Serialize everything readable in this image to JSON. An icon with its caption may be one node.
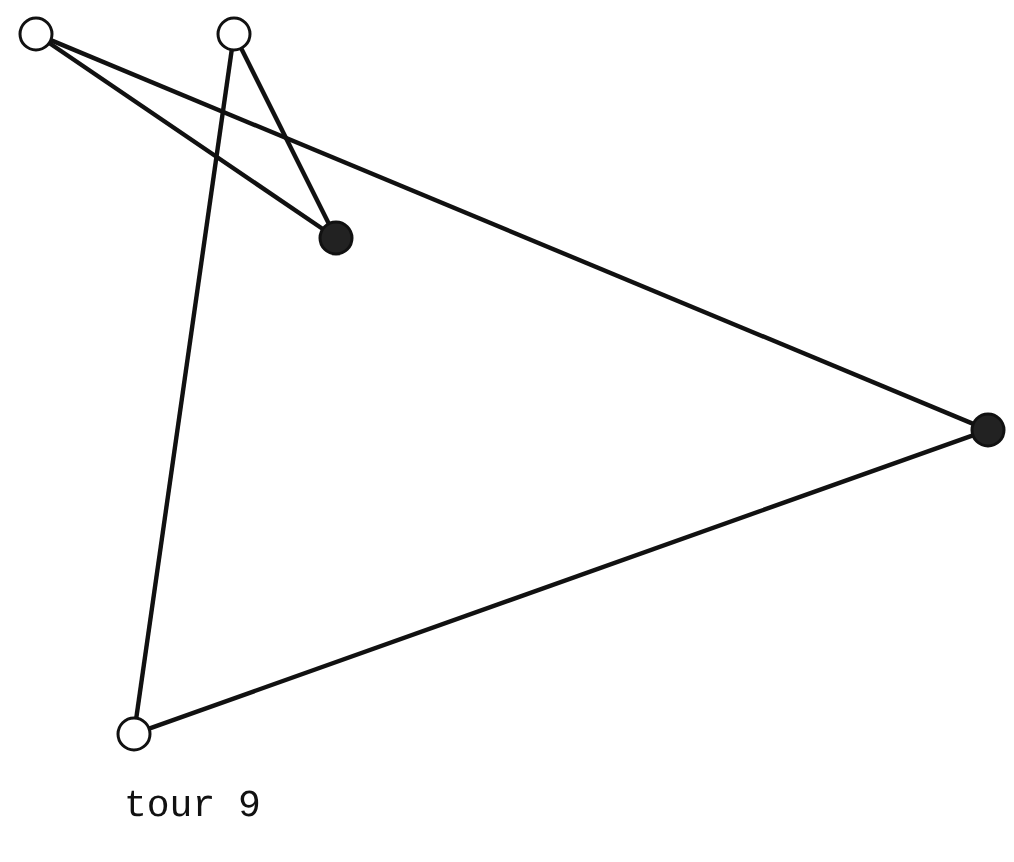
{
  "diagram": {
    "nodes": [
      {
        "text": [],
        "shape": "circle"
      },
      {
        "text": [],
        "shape": "circle"
      },
      {
        "text": [],
        "shape": "dot"
      },
      {
        "text": [],
        "shape": "dot"
      },
      {
        "text": [],
        "shape": "circle"
      }
    ],
    "edges": [
      {
        "from": 0,
        "to": 2,
        "arrow": "none"
      },
      {
        "from": 0,
        "to": 3,
        "arrow": "none"
      },
      {
        "from": 1,
        "to": 2,
        "arrow": "none"
      },
      {
        "from": 1,
        "to": 4,
        "arrow": "none"
      },
      {
        "from": 4,
        "to": 3,
        "arrow": "none"
      }
    ],
    "labels": [
      "tour 9"
    ]
  }
}
